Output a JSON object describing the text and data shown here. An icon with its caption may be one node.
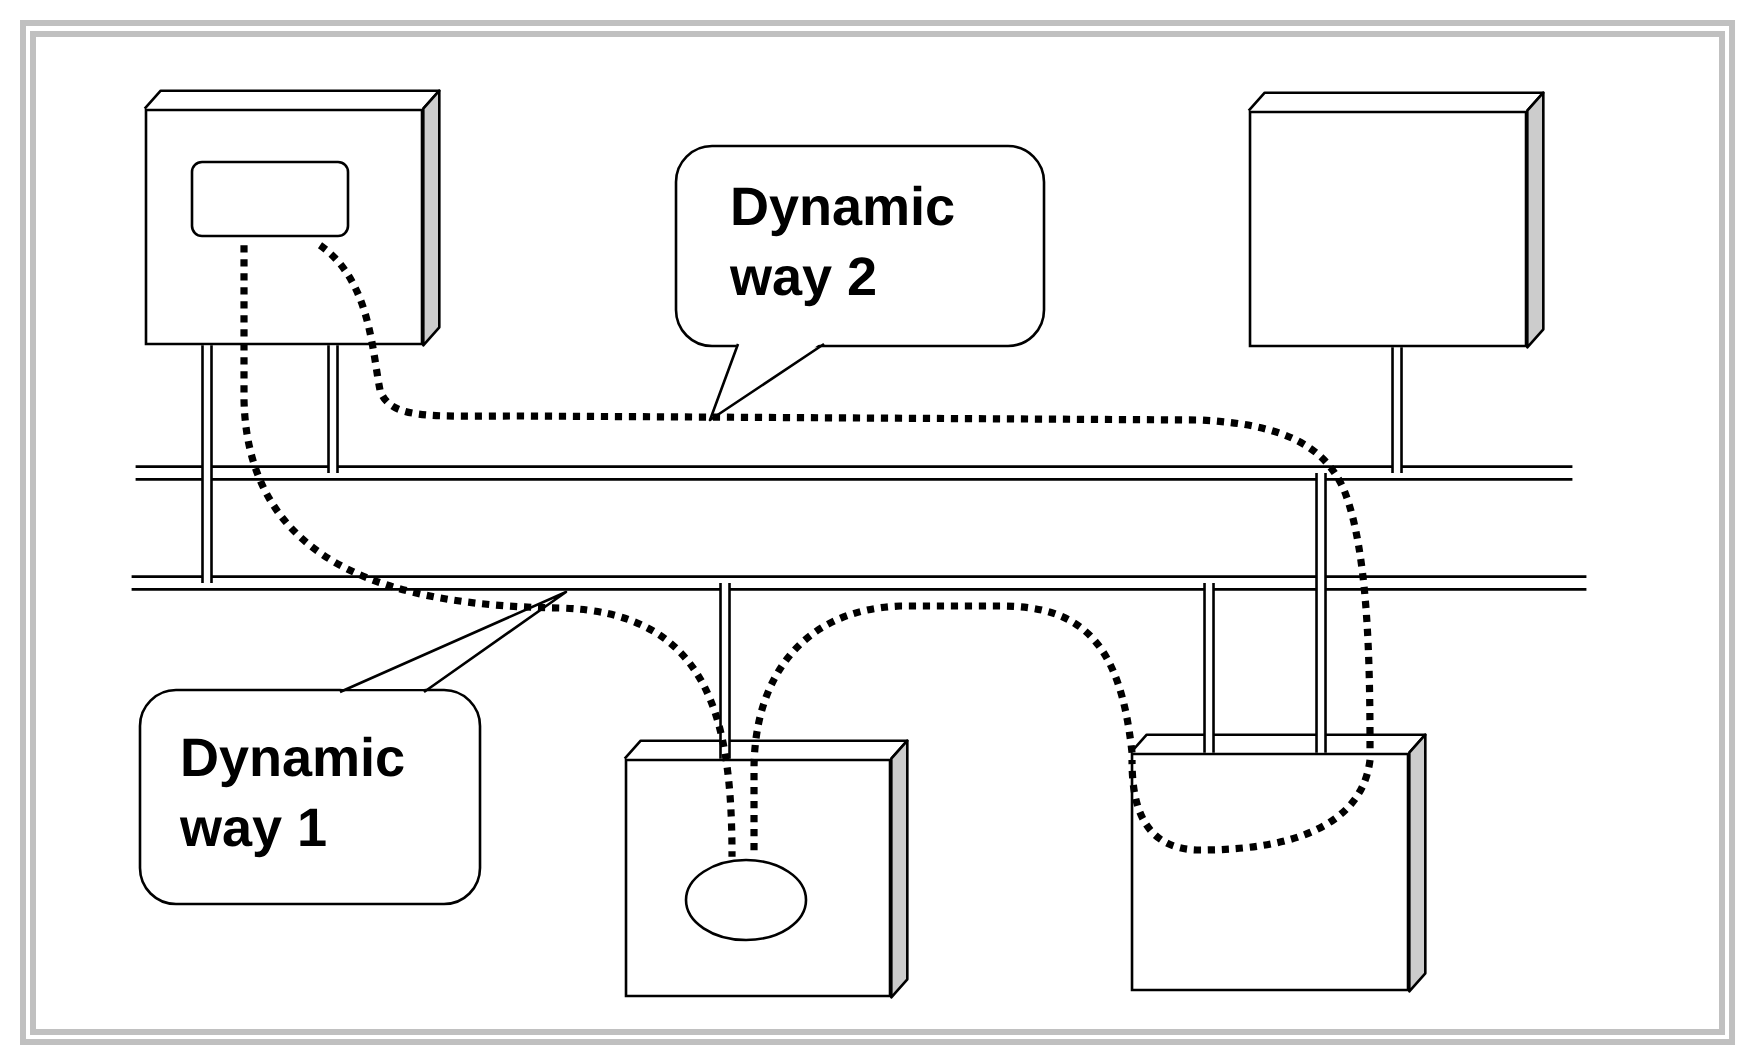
{
  "diagram": {
    "nodes": [
      {
        "text": [],
        "shape": "box"
      },
      {
        "text": [],
        "shape": "box",
        "in": 0
      },
      {
        "text": [
          "Dynamic way 2"
        ]
      },
      {
        "text": [],
        "shape": "box"
      },
      {
        "text": [],
        "shape": "bar"
      },
      {
        "text": [],
        "shape": "bar"
      },
      {
        "text": [
          "Dynamic way 1"
        ]
      },
      {
        "text": [],
        "shape": "box"
      },
      {
        "text": [],
        "shape": "ellipse",
        "in": 7
      },
      {
        "text": [],
        "shape": "box"
      }
    ],
    "edges": [
      {
        "from": 0,
        "to": 5,
        "arrow": "none"
      },
      {
        "from": 0,
        "to": 4,
        "arrow": "none"
      },
      {
        "from": 3,
        "to": 4,
        "arrow": "none"
      },
      {
        "from": 7,
        "to": 5,
        "arrow": "none"
      },
      {
        "from": 9,
        "to": 5,
        "arrow": "none"
      },
      {
        "from": 9,
        "to": 4,
        "arrow": "none"
      },
      {
        "from": 1,
        "to": 8,
        "arrow": "none",
        "style": "dashed"
      },
      {
        "from": 1,
        "to": 9,
        "arrow": "none",
        "style": "dashed"
      },
      {
        "from": 9,
        "to": 8,
        "arrow": "none",
        "style": "dashed"
      }
    ]
  }
}
